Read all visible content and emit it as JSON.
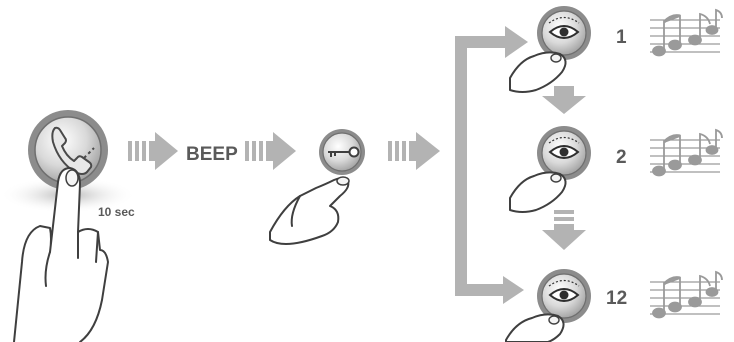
{
  "steps": {
    "hold_duration": "10 sec",
    "beep": "BEEP"
  },
  "tones": [
    {
      "label": "1"
    },
    {
      "label": "2"
    },
    {
      "label": "12"
    }
  ],
  "icons": {
    "call_button": "phone-handset-icon",
    "key_button": "key-icon",
    "view_button": "eye-icon",
    "melody": "music-notes-icon"
  },
  "colors": {
    "arrow": "#b3b3b3",
    "button_ring": "#8c8c8c",
    "text": "#5a5a5a",
    "note": "#9a9a9a"
  }
}
